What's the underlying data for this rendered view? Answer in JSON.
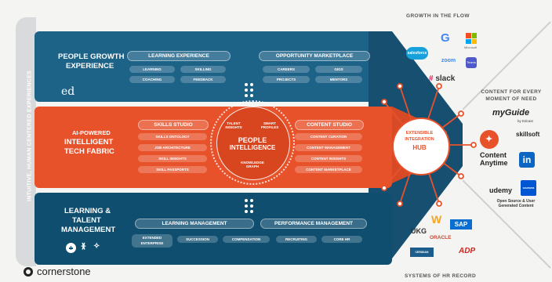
{
  "side_label": "INTUITIVE, HUMAN CENTERED EXPERIENCES",
  "top": {
    "title_line1": "PEOPLE GROWTH",
    "title_line2": "EXPERIENCE",
    "brand_mark": "ed",
    "learning_header": "LEARNING EXPERIENCE",
    "learning_items": [
      "LEARNING",
      "SKILLING",
      "COACHING",
      "FEEDBACK"
    ],
    "opportunity_header": "OPPORTUNITY MARKETPLACE",
    "opportunity_items": [
      "CAREERS",
      "GIGS",
      "PROJECTS",
      "MENTORS"
    ]
  },
  "mid": {
    "title_line1": "AI-POWERED",
    "title_line2": "INTELLIGENT",
    "title_line3": "TECH FABRIC",
    "skills_header": "SKILLS STUDIO",
    "skills_items": [
      "SKILLS ONTOLOGY",
      "JOB ARCHITECTURE",
      "SKILL INSIGHTS",
      "SKILL PASSPORTS"
    ],
    "content_header": "CONTENT STUDIO",
    "content_items": [
      "CONTENT CURATION",
      "CONTENT MANAGEMENT",
      "CONTENT INSIGHTS",
      "CONTENT MARKETPLACE"
    ],
    "circle_title_line1": "PEOPLE",
    "circle_title_line2": "INTELLIGENCE",
    "circle_tl": "TALENT INSIGHTS",
    "circle_tr": "SMART PROFILES",
    "circle_bottom": "KNOWLEDGE GRAPH"
  },
  "bot": {
    "title_line1": "LEARNING &",
    "title_line2": "TALENT",
    "title_line3": "MANAGEMENT",
    "lm_header": "LEARNING MANAGEMENT",
    "pm_header": "PERFORMANCE MANAGEMENT",
    "items": [
      "EXTENDED ENTERPRISE",
      "SUCCESSION",
      "COMPENSATION",
      "RECRUITING",
      "CORE HR"
    ]
  },
  "hub": {
    "line1": "EXTENSIBLE",
    "line2": "INTEGRATION",
    "line3": "HUB"
  },
  "right": {
    "growth_header": "GROWTH IN THE FLOW",
    "growth_logos": [
      "salesforce",
      "Google",
      "Microsoft",
      "zoom",
      "Teams",
      "slack"
    ],
    "content_header_line1": "CONTENT FOR EVERY",
    "content_header_line2": "MOMENT OF NEED",
    "content_logos": [
      "myGuide",
      "by Edcast",
      "skillsoft",
      "Content",
      "Anytime",
      "in",
      "udemy",
      "coursera"
    ],
    "open_source": "Open Source & User Generated Content",
    "hr_logos": [
      "UKG",
      "W",
      "SAP",
      "ORACLE",
      "CERIDIAN",
      "ADP"
    ],
    "hr_header": "SYSTEMS OF HR RECORD"
  },
  "brand": "cornerstone",
  "colors": {
    "top_band": "#1d6287",
    "mid_band": "#e8522b",
    "bot_band": "#0f4e6f",
    "hub": "#e8522b"
  }
}
